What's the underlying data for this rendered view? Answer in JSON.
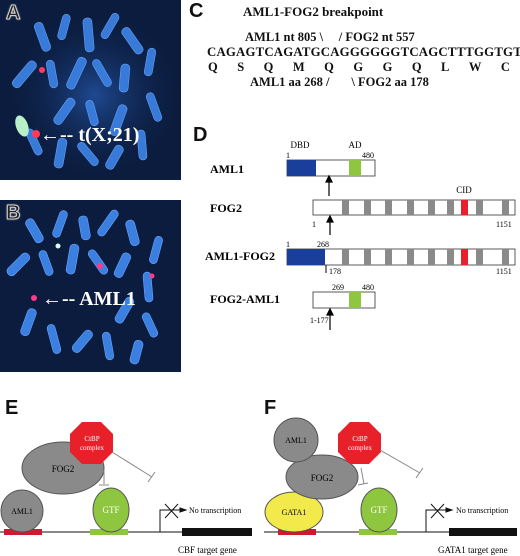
{
  "panels": {
    "A": {
      "label": "A",
      "annot": "t(X;21)"
    },
    "B": {
      "label": "B",
      "annot": "AML1"
    },
    "C": {
      "label": "C",
      "title": "AML1-FOG2 breakpoint",
      "nt_line": "AML1 nt 805 \\     / FOG2 nt 557",
      "seq": "CAGAGTCAGATGCAGGGGGGTCAGCTTTGGTGT",
      "aa": [
        "Q",
        "S",
        "Q",
        "M",
        "Q",
        "G",
        "G",
        "Q",
        "L",
        "W",
        "C"
      ],
      "aa_line": "AML1 aa 268 /       \\ FOG2 aa 178"
    },
    "D": {
      "label": "D",
      "dbd": "DBD",
      "ad": "AD",
      "cid": "CID",
      "aml1": {
        "name": "AML1",
        "start": "1",
        "end": "480"
      },
      "fog2": {
        "name": "FOG2",
        "start": "1",
        "end": "1151"
      },
      "aml1fog2": {
        "name": "AML1-FOG2",
        "start": "1",
        "bp": "268",
        "bp2": "178",
        "end": "1151"
      },
      "fog2aml1": {
        "name": "FOG2-AML1",
        "start": "269",
        "end": "480",
        "bp": "1-177"
      }
    },
    "E": {
      "label": "E",
      "ctbp": "CtBP\ncomplex",
      "fog2": "FOG2",
      "aml1": "AML1",
      "gtf": "GTF",
      "no_tx": "No transcription",
      "gene": "CBF target gene"
    },
    "F": {
      "label": "F",
      "ctbp": "CtBP\ncomplex",
      "aml1": "AML1",
      "fog2": "FOG2",
      "gata1": "GATA1",
      "gtf": "GTF",
      "no_tx": "No transcription",
      "gene": "GATA1 target gene"
    }
  },
  "colors": {
    "dbd": "#1a3f9a",
    "ad": "#8fc63f",
    "cid": "#e8202a",
    "zf": "#8a8a8a",
    "ctbp": "#e8202a",
    "gtf": "#8fc63f",
    "gata1": "#f2ea4a",
    "fog2_oval": "#888888",
    "promoter": "#d01830",
    "gene_bar": "#111111"
  }
}
